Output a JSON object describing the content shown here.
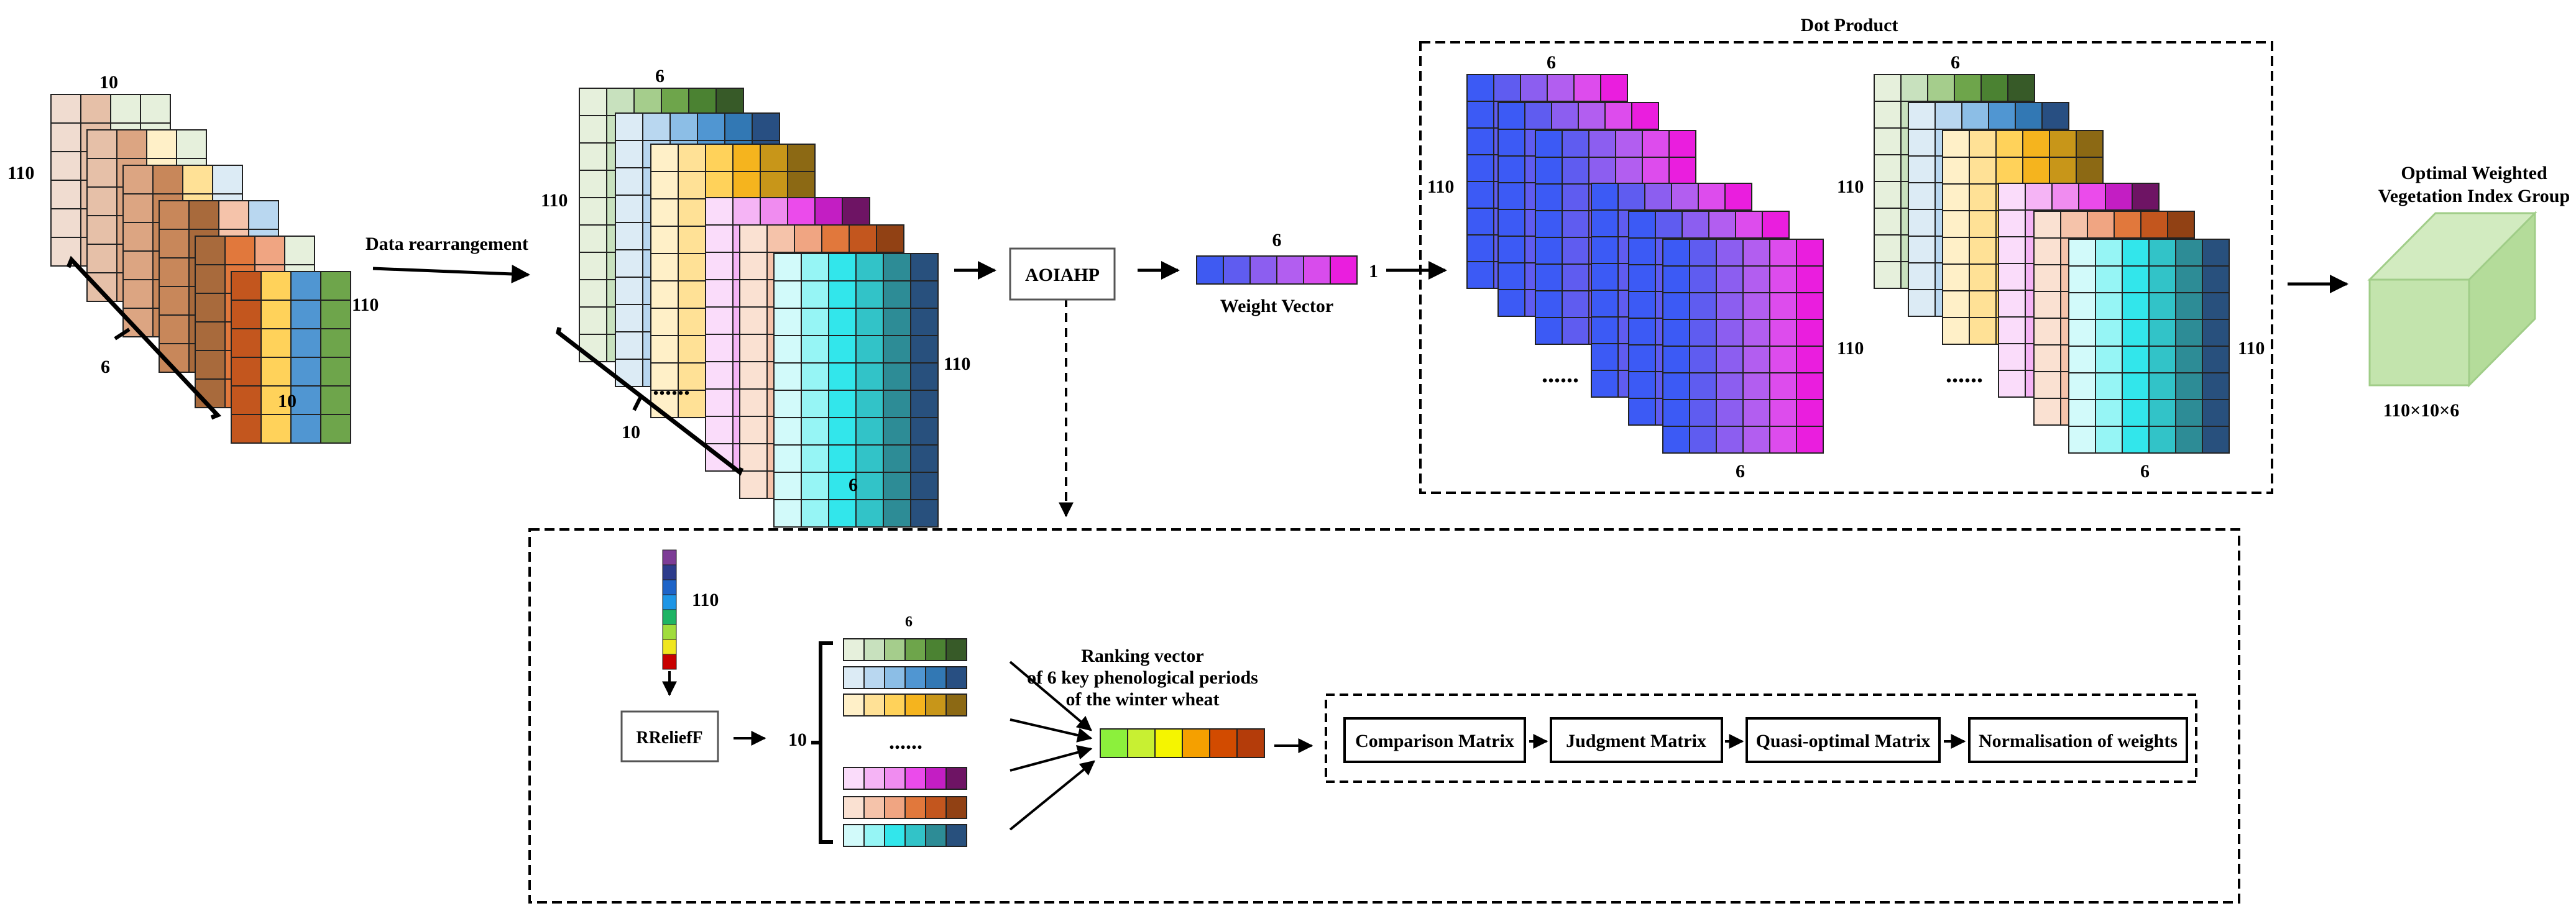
{
  "input_cube": {
    "label_110_left": "110",
    "label_10_top": "10",
    "label_110_right": "110",
    "label_10_bottom": "10",
    "label_6_brace": "6"
  },
  "arrow_label": "Data rearrangement",
  "rearranged": {
    "label_6_top": "6",
    "label_110_left": "110",
    "label_110_right": "110",
    "label_6_bottom": "6",
    "label_10_brace": "10",
    "dots": "......"
  },
  "method_box": "AOIAHP",
  "weight": {
    "label_6": "6",
    "label_1": "1",
    "caption": "Weight Vector",
    "colors": [
      "#3f5af2",
      "#5f5cf0",
      "#8c5ef0",
      "#b25ef0",
      "#d84cec",
      "#ea1ede"
    ]
  },
  "dot_product": {
    "title": "Dot Product",
    "left": {
      "label_6_top": "6",
      "label_110": "110",
      "label_110_right": "110",
      "label_6_bottom": "6",
      "dots": "......"
    },
    "right": {
      "label_6_top": "6",
      "label_110": "110",
      "label_110_right": "110",
      "label_6_bottom": "6",
      "dots": "......"
    }
  },
  "output": {
    "title_line1": "Optimal Weighted",
    "title_line2": "Vegetation Index Group",
    "dims": "110×10×6"
  },
  "lower": {
    "vector_label": "110",
    "rrelieff": "RReliefF",
    "label_10": "10",
    "label_6": "6",
    "dots": "......",
    "ranking_line1": "Ranking vector",
    "ranking_line2": "of  6 key phenological periods",
    "ranking_line3": "of the winter wheat",
    "ranking_colors": [
      "#8cf03c",
      "#c8f032",
      "#f5f500",
      "#f5a000",
      "#d24b00",
      "#b43c0a"
    ],
    "steps": [
      "Comparison Matrix",
      "Judgment Matrix",
      "Quasi-optimal Matrix",
      "Normalisation of weights"
    ]
  },
  "palettes": {
    "green": [
      "#e6f0dc",
      "#c8e1be",
      "#a5cd8c",
      "#6ea54b",
      "#4b8232",
      "#375a28"
    ],
    "blue": [
      "#dcebf5",
      "#b9d7f0",
      "#8cbee6",
      "#5096d2",
      "#3278b4",
      "#284f82"
    ],
    "yellow": [
      "#fff0c8",
      "#ffe196",
      "#ffd25a",
      "#f5b41e",
      "#c89619",
      "#8c6914"
    ],
    "pink": [
      "#fadcfa",
      "#f5b4f5",
      "#f08cf0",
      "#eb4beb",
      "#c31ec3",
      "#6e1464"
    ],
    "orange": [
      "#fae1d2",
      "#f5c3aa",
      "#f0a582",
      "#e1783c",
      "#c3561e",
      "#914114"
    ],
    "cyan": [
      "#d2fafa",
      "#96f5f5",
      "#32e6eb",
      "#32c3c8",
      "#2d8c96",
      "#28507d"
    ],
    "purple": [
      "#3c5af5",
      "#5f5cf0",
      "#8c5ef0",
      "#b25ef0",
      "#dd4ced",
      "#ea1ede"
    ],
    "browns": [
      "#f0dcd0",
      "#e6c0a8",
      "#dca582",
      "#c8875a",
      "#a86a3c",
      "#7d4a28"
    ],
    "rainbow": [
      "#7d3c96",
      "#2d3c8c",
      "#1e64c8",
      "#1e96e6",
      "#1eb464",
      "#a0dc3c",
      "#f0e61e",
      "#c80000"
    ]
  }
}
